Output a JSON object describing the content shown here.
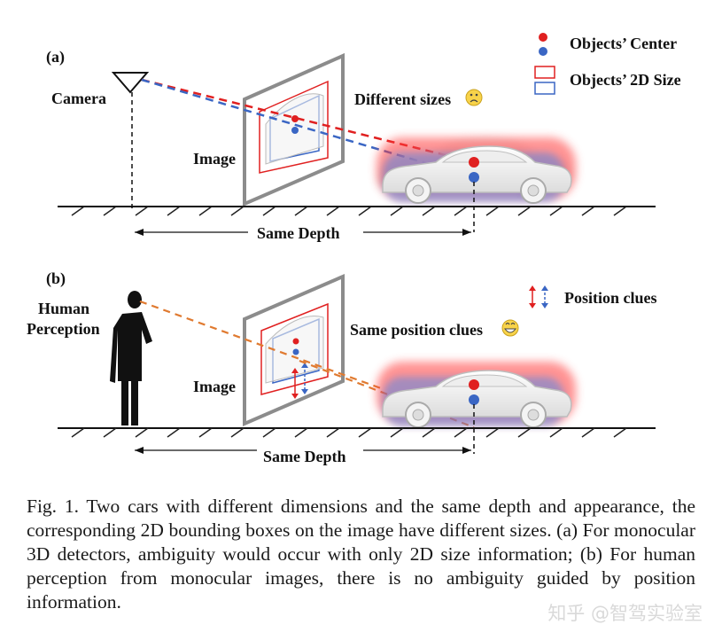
{
  "figure": {
    "panel_a": {
      "tag": "(a)",
      "camera_label": "Camera",
      "image_label": "Image",
      "note": "Different sizes",
      "note_emoji": "☹",
      "depth_label": "Same Depth"
    },
    "panel_b": {
      "tag": "(b)",
      "human_label_line1": "Human",
      "human_label_line2": "Perception",
      "image_label": "Image",
      "note": "Same position clues",
      "note_emoji": "😁",
      "depth_label": "Same Depth"
    },
    "legend": {
      "center": "Objects’ Center",
      "size": "Objects’ 2D Size",
      "position": "Position clues"
    },
    "colors": {
      "red": "#e02020",
      "blue": "#3a66c4",
      "orange": "#e07a30",
      "frame": "#888888"
    }
  },
  "caption": {
    "text": "Fig. 1.  Two cars with different dimensions and the same depth and appearance, the corresponding 2D bounding boxes on the image have different sizes. (a) For monocular 3D detectors, ambiguity would occur with only 2D size information; (b) For human perception from monocular images, there is no ambiguity guided by position information."
  },
  "watermark": "知乎 @智驾实验室"
}
